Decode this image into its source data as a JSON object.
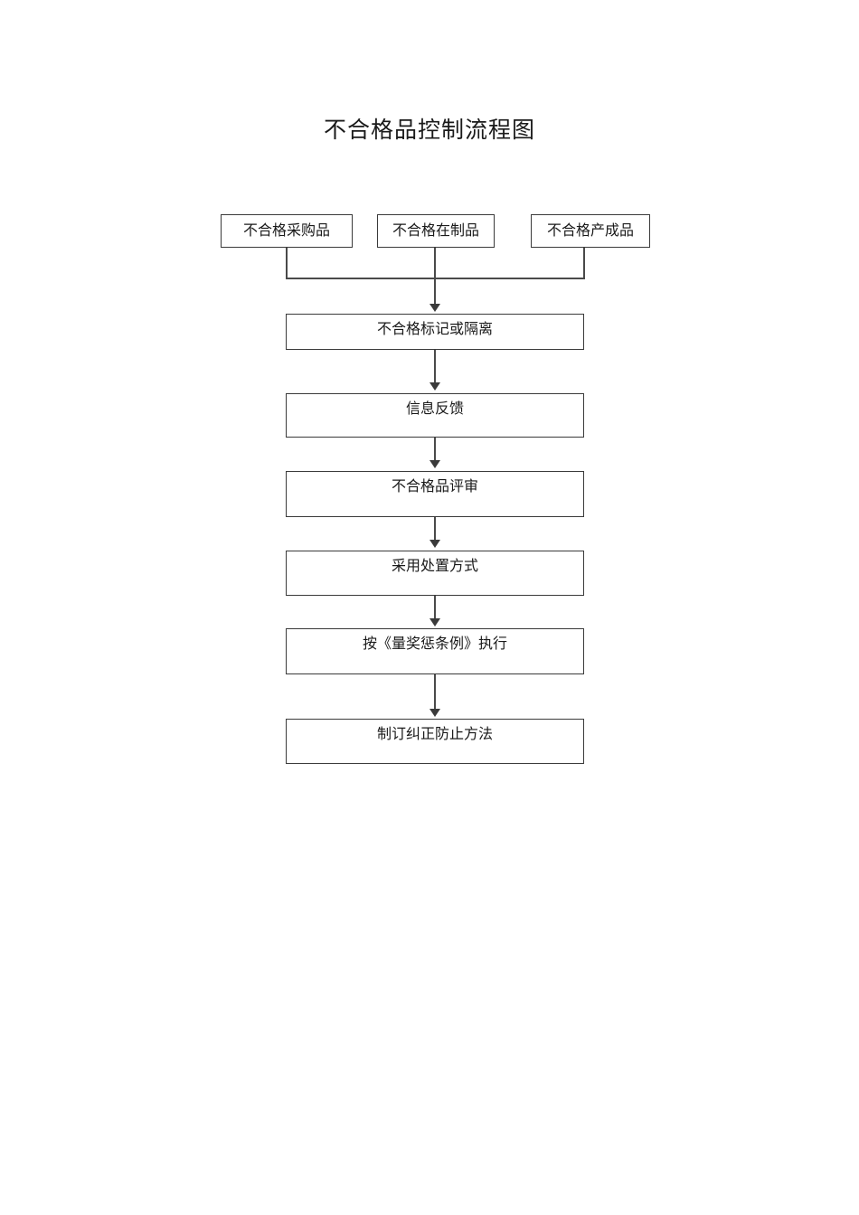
{
  "document": {
    "title": "不合格品控制流程图",
    "type": "flowchart",
    "orientation": "top-to-bottom"
  },
  "theme": {
    "page_background": "#ffffff",
    "box_border": "#3a3a3a",
    "box_fill": "#ffffff",
    "connector": "#4a4a4a",
    "text": "#1a1a1a"
  },
  "inputs": [
    {
      "id": "in1",
      "label": "不合格采购品"
    },
    {
      "id": "in2",
      "label": "不合格在制品"
    },
    {
      "id": "in3",
      "label": "不合格产成品"
    }
  ],
  "steps": [
    {
      "id": "s1",
      "label": "不合格标记或隔离"
    },
    {
      "id": "s2",
      "label": "信息反馈"
    },
    {
      "id": "s3",
      "label": "不合格品评审"
    },
    {
      "id": "s4",
      "label": "采用处置方式"
    },
    {
      "id": "s5",
      "label": "按《量奖惩条例》执行"
    },
    {
      "id": "s6",
      "label": "制订纠正防止方法"
    }
  ],
  "connections": [
    {
      "from": "in1",
      "to": "s1",
      "style": "elbow-merge"
    },
    {
      "from": "in2",
      "to": "s1",
      "style": "straight-arrow"
    },
    {
      "from": "in3",
      "to": "s1",
      "style": "elbow-merge"
    },
    {
      "from": "s1",
      "to": "s2",
      "style": "straight-arrow"
    },
    {
      "from": "s2",
      "to": "s3",
      "style": "straight-arrow"
    },
    {
      "from": "s3",
      "to": "s4",
      "style": "straight-arrow"
    },
    {
      "from": "s4",
      "to": "s5",
      "style": "straight-arrow"
    },
    {
      "from": "s5",
      "to": "s6",
      "style": "straight-arrow"
    }
  ]
}
